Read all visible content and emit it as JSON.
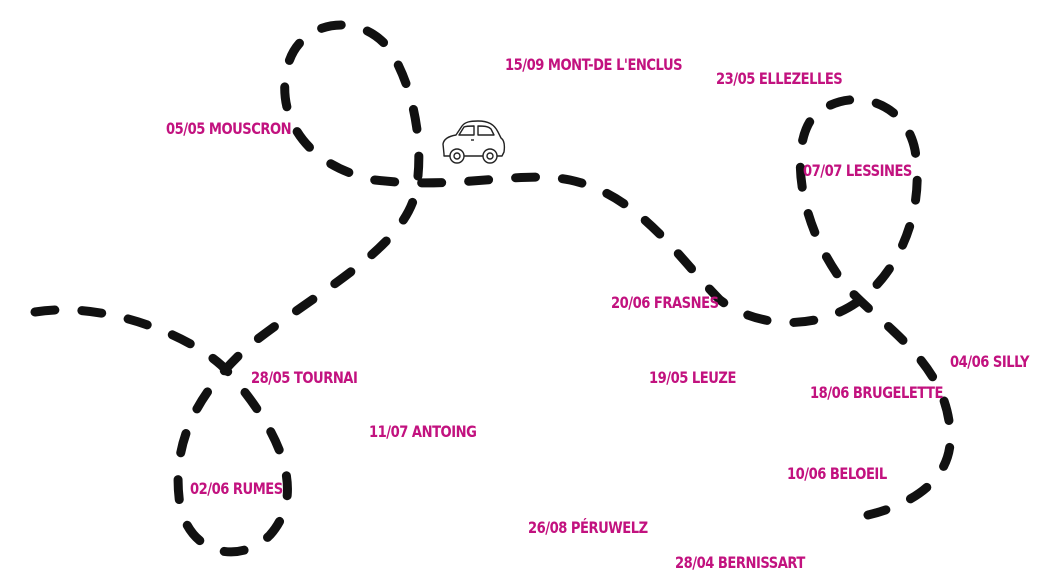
{
  "colors": {
    "label": "#c2127f",
    "route": "#111111",
    "background": "#ffffff"
  },
  "icons": {
    "car": "car-icon"
  },
  "stops": {
    "mont_de_lenclus": "15/09 MONT-DE L'ENCLUS",
    "ellezelles": "23/05 ELLEZELLES",
    "mouscron": "05/05 MOUSCRON",
    "lessines": "07/07 LESSINES",
    "frasnes": "20/06 FRASNES",
    "silly": "04/06 SILLY",
    "tournai": "28/05 TOURNAI",
    "leuze": "19/05 LEUZE",
    "brugelette": "18/06 BRUGELETTE",
    "antoing": "11/07 ANTOING",
    "beloeil": "10/06 BELOEIL",
    "rumes": "02/06 RUMES",
    "peruwelz": "26/08 PÉRUWELZ",
    "bernissart": "28/04 BERNISSART"
  }
}
